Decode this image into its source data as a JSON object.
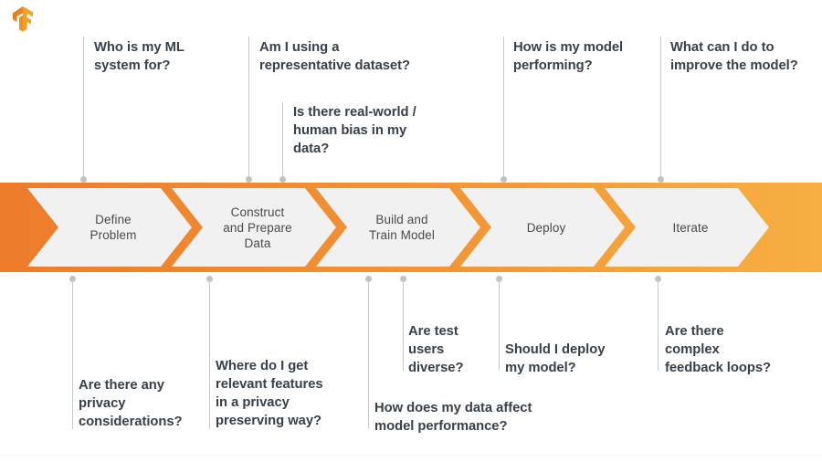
{
  "logo": {
    "name": "tensorflow-logo",
    "color_primary": "#F5A623",
    "color_secondary": "#E8821E"
  },
  "banner": {
    "gradient_from": "#ED7C2B",
    "gradient_to": "#F7AE43",
    "chevron_fill": "#F1F1F1",
    "steps": [
      {
        "label": "Define\nProblem",
        "line1": "Define",
        "line2": "Problem"
      },
      {
        "label": "Construct and Prepare Data",
        "line1": "Construct",
        "line2": "and Prepare",
        "line3": "Data"
      },
      {
        "label": "Build and Train Model",
        "line1": "Build and",
        "line2": "Train Model"
      },
      {
        "label": "Deploy",
        "line1": "Deploy"
      },
      {
        "label": "Iterate",
        "line1": "Iterate"
      }
    ]
  },
  "questions_above": [
    {
      "id": "who-is-my-ml-system-for",
      "line1": "Who is my ML",
      "line2": "system for?"
    },
    {
      "id": "am-i-using-a-representative-dataset",
      "line1": "Am I using a",
      "line2": "representative dataset?"
    },
    {
      "id": "is-there-real-world-human-bias-in-my-data",
      "line1": "Is there real-world /",
      "line2": "human bias in my",
      "line3": "data?"
    },
    {
      "id": "how-is-my-model-performing",
      "line1": "How is my model",
      "line2": "performing?"
    },
    {
      "id": "what-can-i-do-to-improve-the-model",
      "line1": "What can I do to",
      "line2": "improve the model?"
    }
  ],
  "questions_below": [
    {
      "id": "are-there-any-privacy-considerations",
      "line1": "Are there any",
      "line2": "privacy",
      "line3": "considerations?"
    },
    {
      "id": "where-do-i-get-relevant-features-in-a-privacy-preserving-way",
      "line1": "Where do I get",
      "line2": "relevant features",
      "line3": "in a privacy",
      "line4": "preserving way?"
    },
    {
      "id": "are-test-users-diverse",
      "line1": "Are test",
      "line2": "users",
      "line3": "diverse?"
    },
    {
      "id": "how-does-my-data-affect-model-performance",
      "line1": "How does my data affect",
      "line2": "model performance?"
    },
    {
      "id": "should-i-deploy-my-model",
      "line1": "Should I deploy",
      "line2": "my model?"
    },
    {
      "id": "are-there-complex-feedback-loops",
      "line1": "Are there",
      "line2": "complex",
      "line3": "feedback loops?"
    }
  ],
  "colors": {
    "question_text": "#37414A",
    "step_text": "#4A4A4A",
    "connector": "#C6C9CC",
    "background": "#FFFFFF"
  }
}
